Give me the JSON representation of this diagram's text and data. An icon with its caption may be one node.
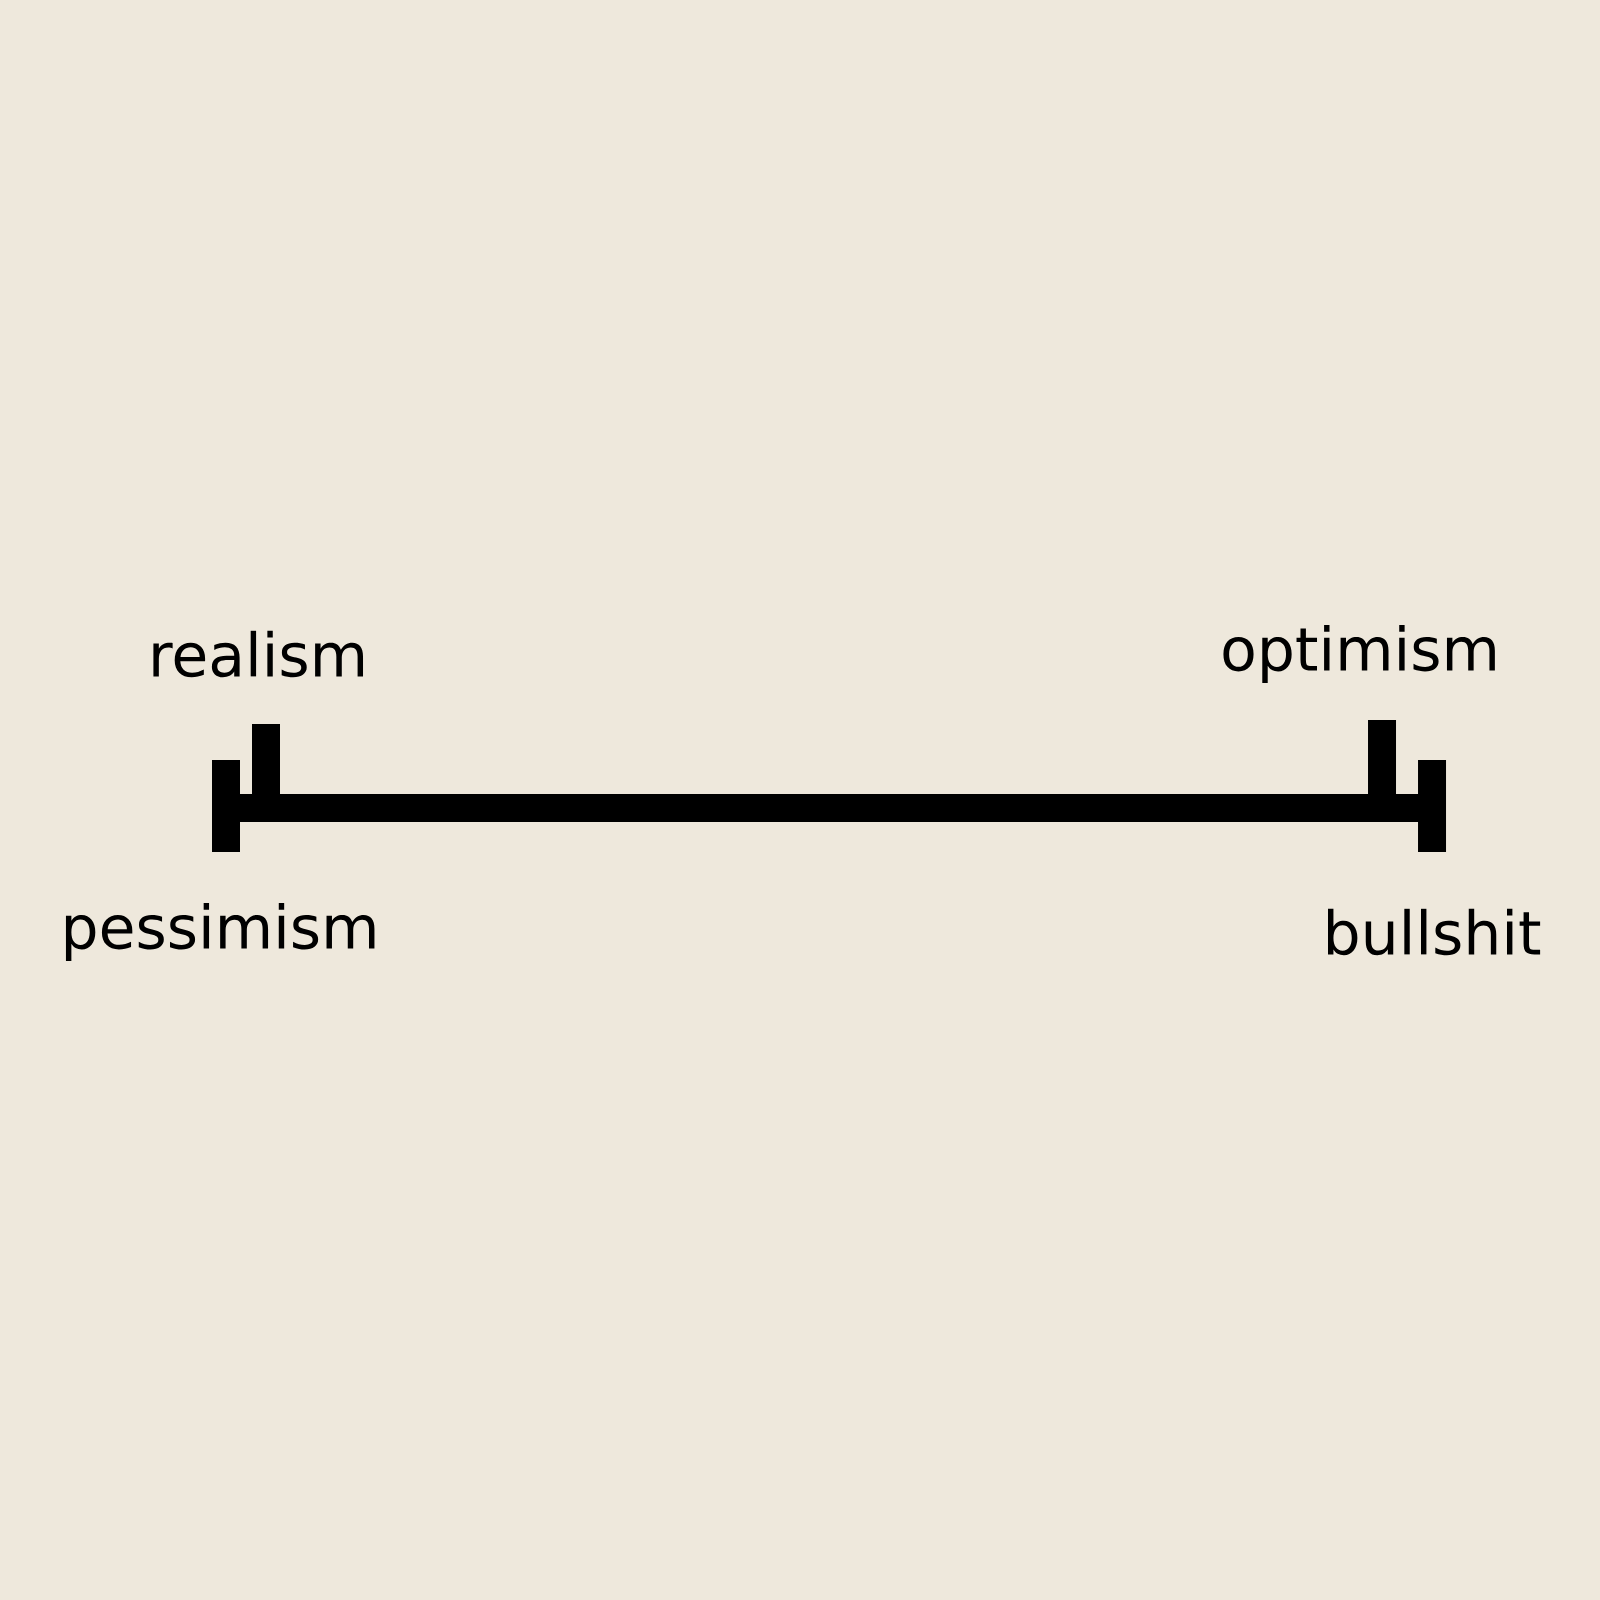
{
  "diagram": {
    "labels": [
      "realism",
      "optimism",
      "pessimism",
      "bullshit"
    ]
  }
}
